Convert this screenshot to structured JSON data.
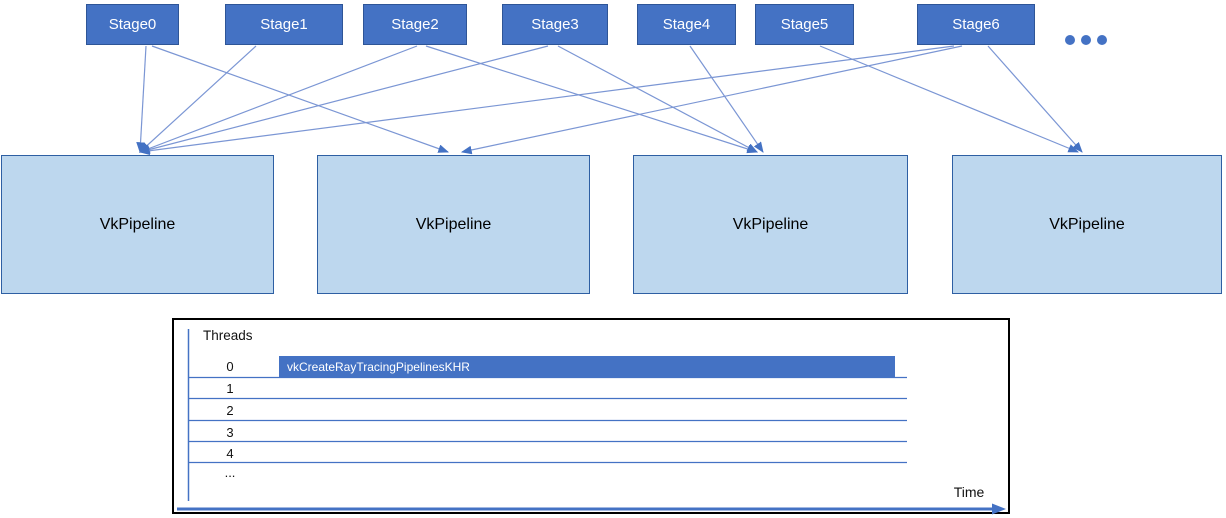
{
  "diagram": {
    "stages": [
      "Stage0",
      "Stage1",
      "Stage2",
      "Stage3",
      "Stage4",
      "Stage5",
      "Stage6"
    ],
    "more_indicator": "•••",
    "pipelines": [
      "VkPipeline",
      "VkPipeline",
      "VkPipeline",
      "VkPipeline"
    ],
    "connections": [
      {
        "from": "Stage0",
        "to_pipeline": 0
      },
      {
        "from": "Stage0",
        "to_pipeline": 1
      },
      {
        "from": "Stage1",
        "to_pipeline": 0
      },
      {
        "from": "Stage2",
        "to_pipeline": 0
      },
      {
        "from": "Stage2",
        "to_pipeline": 2
      },
      {
        "from": "Stage3",
        "to_pipeline": 0
      },
      {
        "from": "Stage3",
        "to_pipeline": 2
      },
      {
        "from": "Stage4",
        "to_pipeline": 2
      },
      {
        "from": "Stage5",
        "to_pipeline": 3
      },
      {
        "from": "Stage6",
        "to_pipeline": 0
      },
      {
        "from": "Stage6",
        "to_pipeline": 1
      },
      {
        "from": "Stage6",
        "to_pipeline": 3
      }
    ]
  },
  "timeline": {
    "header": "Threads",
    "rows": [
      "0",
      "1",
      "2",
      "3",
      "4",
      "..."
    ],
    "bar_label": "vkCreateRayTracingPipelinesKHR",
    "bar_row": "0",
    "axis_label": "Time"
  },
  "colors": {
    "stage_fill": "#4472C4",
    "stage_border": "#2E5597",
    "stage_text": "#FFFFFF",
    "pipeline_fill": "#BDD7EE",
    "pipeline_border": "#2E5FA3",
    "pipeline_text": "#000000",
    "connector": "#7B96D4",
    "arrowhead": "#4472C4",
    "grid": "#4472C4",
    "bar_fill": "#4472C4",
    "bar_text": "#FFFFFF",
    "panel_border": "#000000"
  }
}
